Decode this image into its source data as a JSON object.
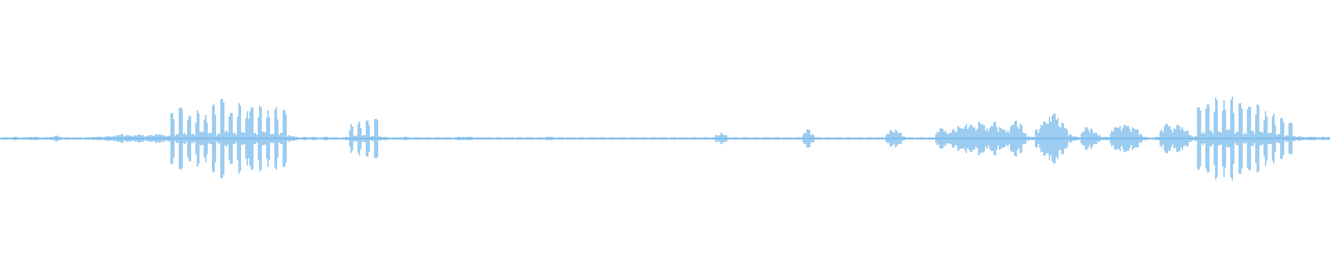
{
  "waveform": {
    "color": "#5aa9e6",
    "background": "#ffffff",
    "sample_amplitudes": [
      0.02,
      0.02,
      0.02,
      0.03,
      0.02,
      0.02,
      0.02,
      0.03,
      0.03,
      0.02,
      0.02,
      0.02,
      0.03,
      0.05,
      0.03,
      0.02,
      0.02,
      0.02,
      0.02,
      0.02,
      0.02,
      0.02,
      0.03,
      0.03,
      0.03,
      0.04,
      0.04,
      0.05,
      0.06,
      0.08,
      0.06,
      0.05,
      0.06,
      0.07,
      0.06,
      0.05,
      0.06,
      0.08,
      0.07,
      0.06,
      0.05,
      0.45,
      0.08,
      0.55,
      0.1,
      0.4,
      0.08,
      0.5,
      0.12,
      0.42,
      0.1,
      0.6,
      0.09,
      0.7,
      0.15,
      0.45,
      0.1,
      0.62,
      0.11,
      0.48,
      0.55,
      0.1,
      0.58,
      0.12,
      0.5,
      0.08,
      0.55,
      0.1,
      0.5,
      0.06,
      0.04,
      0.03,
      0.02,
      0.03,
      0.02,
      0.03,
      0.02,
      0.02,
      0.03,
      0.02,
      0.02,
      0.02,
      0.02,
      0.03,
      0.25,
      0.05,
      0.3,
      0.06,
      0.32,
      0.05,
      0.35,
      0.04,
      0.03,
      0.02,
      0.02,
      0.02,
      0.02,
      0.03,
      0.02,
      0.02,
      0.02,
      0.02,
      0.02,
      0.02,
      0.02,
      0.02,
      0.02,
      0.02,
      0.02,
      0.02,
      0.03,
      0.03,
      0.03,
      0.03,
      0.02,
      0.02,
      0.02,
      0.02,
      0.02,
      0.02,
      0.02,
      0.02,
      0.02,
      0.02,
      0.02,
      0.02,
      0.02,
      0.02,
      0.02,
      0.02,
      0.02,
      0.03,
      0.03,
      0.02,
      0.02,
      0.02,
      0.02,
      0.02,
      0.02,
      0.02,
      0.02,
      0.02,
      0.02,
      0.02,
      0.02,
      0.02,
      0.02,
      0.02,
      0.02,
      0.02,
      0.02,
      0.02,
      0.02,
      0.02,
      0.02,
      0.02,
      0.02,
      0.02,
      0.02,
      0.02,
      0.02,
      0.02,
      0.02,
      0.02,
      0.02,
      0.02,
      0.02,
      0.02,
      0.02,
      0.02,
      0.02,
      0.02,
      0.06,
      0.1,
      0.06,
      0.02,
      0.02,
      0.02,
      0.02,
      0.02,
      0.02,
      0.02,
      0.02,
      0.02,
      0.02,
      0.02,
      0.02,
      0.02,
      0.02,
      0.02,
      0.02,
      0.02,
      0.02,
      0.1,
      0.16,
      0.08,
      0.02,
      0.02,
      0.02,
      0.02,
      0.02,
      0.02,
      0.02,
      0.02,
      0.02,
      0.02,
      0.02,
      0.02,
      0.02,
      0.02,
      0.02,
      0.02,
      0.02,
      0.08,
      0.14,
      0.16,
      0.1,
      0.04,
      0.02,
      0.02,
      0.02,
      0.02,
      0.02,
      0.02,
      0.02,
      0.12,
      0.18,
      0.14,
      0.1,
      0.16,
      0.22,
      0.18,
      0.26,
      0.24,
      0.2,
      0.3,
      0.25,
      0.18,
      0.22,
      0.3,
      0.2,
      0.16,
      0.14,
      0.24,
      0.32,
      0.26,
      0.1,
      0.04,
      0.03,
      0.16,
      0.24,
      0.3,
      0.38,
      0.44,
      0.36,
      0.28,
      0.18,
      0.08,
      0.04,
      0.03,
      0.12,
      0.2,
      0.18,
      0.1,
      0.06,
      0.03,
      0.03,
      0.14,
      0.2,
      0.22,
      0.24,
      0.22,
      0.2,
      0.16,
      0.08,
      0.03,
      0.02,
      0.02,
      0.03,
      0.16,
      0.26,
      0.22,
      0.18,
      0.24,
      0.2,
      0.14,
      0.06,
      0.04,
      0.55,
      0.12,
      0.6,
      0.14,
      0.72,
      0.12,
      0.68,
      0.16,
      0.74,
      0.12,
      0.62,
      0.1,
      0.56,
      0.14,
      0.6,
      0.12,
      0.48,
      0.1,
      0.44,
      0.08,
      0.36,
      0.06,
      0.28,
      0.05,
      0.04,
      0.03,
      0.03,
      0.03,
      0.03,
      0.02,
      0.03,
      0.03
    ]
  }
}
